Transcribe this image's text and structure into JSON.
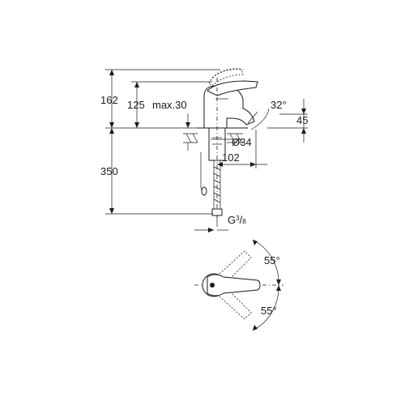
{
  "side_view": {
    "dimensions": {
      "total_height": "162",
      "spout_height": "125",
      "deck_thickness": "max.30",
      "handle_angle": "32°",
      "spout_outlet": "45",
      "hole_diameter": "Ø34",
      "spout_reach": "102",
      "hose_length": "350"
    },
    "thread": {
      "prefix": "G",
      "num": "3",
      "den": "8"
    }
  },
  "top_view": {
    "angle_upper": "55°",
    "angle_lower": "55°"
  }
}
